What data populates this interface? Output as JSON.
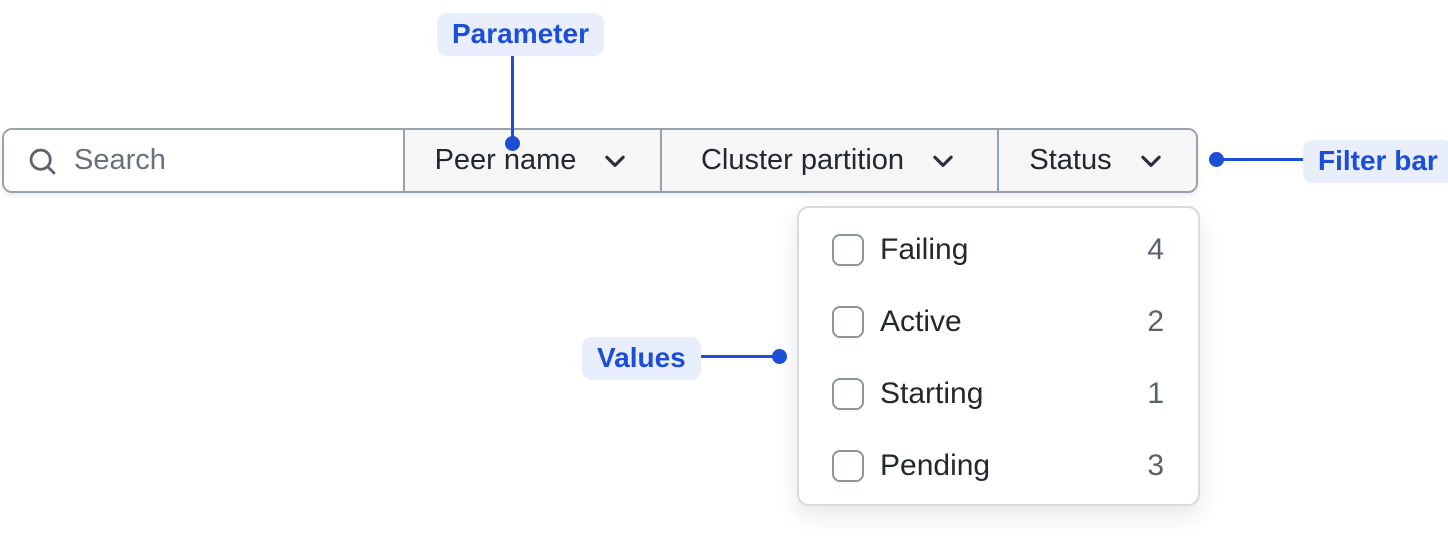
{
  "annotations": {
    "parameter_label": "Parameter",
    "filter_bar_label": "Filter bar",
    "values_label": "Values"
  },
  "filter_bar": {
    "search": {
      "placeholder": "Search",
      "icon": "search-icon"
    },
    "dropdowns": [
      {
        "label": "Peer name",
        "icon": "chevron-down-icon",
        "open": false
      },
      {
        "label": "Cluster partition",
        "icon": "chevron-down-icon",
        "open": false
      },
      {
        "label": "Status",
        "icon": "chevron-down-icon",
        "open": true
      }
    ]
  },
  "status_dropdown": {
    "parameter": "Status",
    "items": [
      {
        "label": "Failing",
        "count": 4,
        "checked": false
      },
      {
        "label": "Active",
        "count": 2,
        "checked": false
      },
      {
        "label": "Starting",
        "count": 1,
        "checked": false
      },
      {
        "label": "Pending",
        "count": 3,
        "checked": false
      }
    ]
  },
  "colors": {
    "accent_blue": "#1d4ed8",
    "annotation_pill_bg": "#e8eefb",
    "bar_border": "#9aa1ac",
    "dropdown_section_bg": "#f6f6f7",
    "panel_border": "#d8dbe0",
    "text_dark": "#23272e",
    "text_gray": "#5b616c"
  }
}
